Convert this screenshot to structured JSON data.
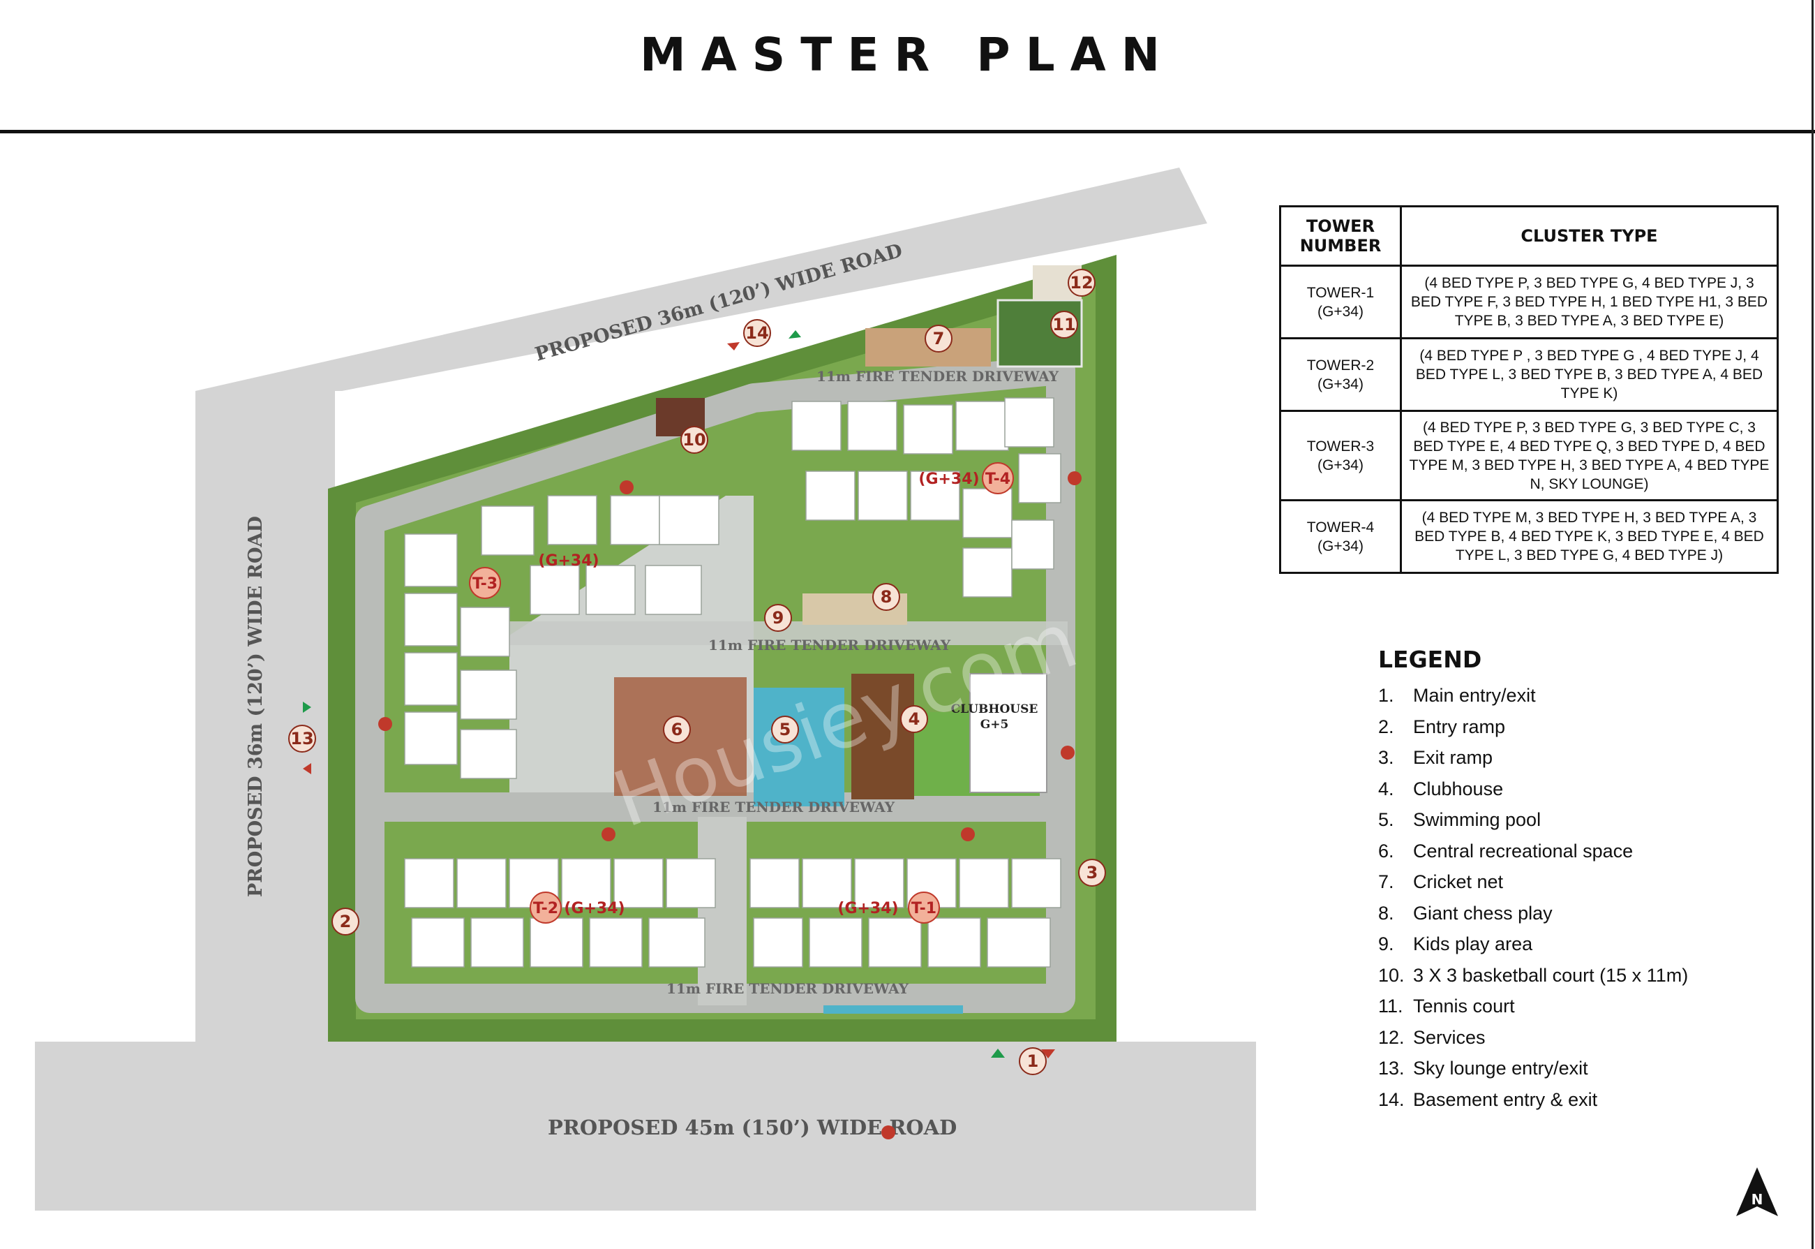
{
  "page_title": "MASTER PLAN",
  "roads": {
    "top": "PROPOSED 36m (120’) WIDE ROAD",
    "left": "PROPOSED 36m (120’) WIDE ROAD",
    "bottom": "PROPOSED 45m (150’) WIDE ROAD"
  },
  "driveways": {
    "top": "11m FIRE TENDER DRIVEWAY",
    "center": "11m FIRE TENDER DRIVEWAY",
    "middle": "11m FIRE TENDER DRIVEWAY",
    "bottom": "11m FIRE TENDER DRIVEWAY"
  },
  "tower_tags": {
    "t1": "T-1",
    "t1_height": "(G+34)",
    "t2": "T-2",
    "t2_height": "(G+34)",
    "t3": "T-3",
    "t3_height": "(G+34)",
    "t4": "T-4",
    "t4_height": "(G+34)"
  },
  "clubhouse": {
    "name": "CLUBHOUSE",
    "floors": "G+5"
  },
  "markers": [
    "1",
    "2",
    "3",
    "4",
    "5",
    "6",
    "7",
    "8",
    "9",
    "10",
    "11",
    "12",
    "13",
    "14"
  ],
  "watermark": "Housiey.com",
  "table": {
    "col1": "TOWER NUMBER",
    "col2": "CLUSTER TYPE",
    "rows": [
      {
        "tower": "TOWER-1",
        "height": "(G+34)",
        "cluster": "(4 BED TYPE P, 3 BED TYPE G, 4 BED TYPE J, 3 BED TYPE F, 3 BED TYPE H, 1 BED TYPE H1, 3 BED TYPE B, 3 BED TYPE A, 3 BED TYPE E)"
      },
      {
        "tower": "TOWER-2",
        "height": "(G+34)",
        "cluster": "(4 BED TYPE P , 3 BED TYPE G , 4 BED TYPE J, 4 BED TYPE L, 3 BED TYPE B, 3 BED TYPE A, 4 BED TYPE K)"
      },
      {
        "tower": "TOWER-3",
        "height": "(G+34)",
        "cluster": "(4 BED TYPE P, 3 BED TYPE G, 3 BED TYPE C, 3 BED TYPE E, 4 BED TYPE Q, 3 BED TYPE D, 4 BED TYPE M, 3 BED TYPE H, 3 BED TYPE A, 4 BED TYPE N, SKY LOUNGE)"
      },
      {
        "tower": "TOWER-4",
        "height": "(G+34)",
        "cluster": "(4 BED TYPE M, 3 BED TYPE H, 3 BED TYPE A, 3 BED TYPE B, 4 BED TYPE K, 3 BED TYPE E, 4 BED TYPE L, 3 BED TYPE G, 4 BED TYPE J)"
      }
    ]
  },
  "legend": {
    "title": "LEGEND",
    "items": [
      {
        "num": "1.",
        "label": "Main entry/exit"
      },
      {
        "num": "2.",
        "label": "Entry ramp"
      },
      {
        "num": "3.",
        "label": "Exit ramp"
      },
      {
        "num": "4.",
        "label": "Clubhouse"
      },
      {
        "num": "5.",
        "label": "Swimming pool"
      },
      {
        "num": "6.",
        "label": "Central recreational space"
      },
      {
        "num": "7.",
        "label": "Cricket net"
      },
      {
        "num": "8.",
        "label": "Giant chess play"
      },
      {
        "num": "9.",
        "label": "Kids play area"
      },
      {
        "num": "10.",
        "label": "3 X 3 basketball court (15 x 11m)"
      },
      {
        "num": "11.",
        "label": "Tennis court"
      },
      {
        "num": "12.",
        "label": "Services"
      },
      {
        "num": "13.",
        "label": "Sky lounge entry/exit"
      },
      {
        "num": "14.",
        "label": "Basement entry & exit"
      }
    ]
  },
  "north_label": "N",
  "colors": {
    "road": "#d3d3d3",
    "greenery": "#5f8f3a",
    "driveway": "#b9bcb8",
    "building": "#ffffff",
    "pool": "#4fb3c9",
    "marker_fill": "#f7e3d6",
    "tower_marker": "#f2b19a"
  }
}
